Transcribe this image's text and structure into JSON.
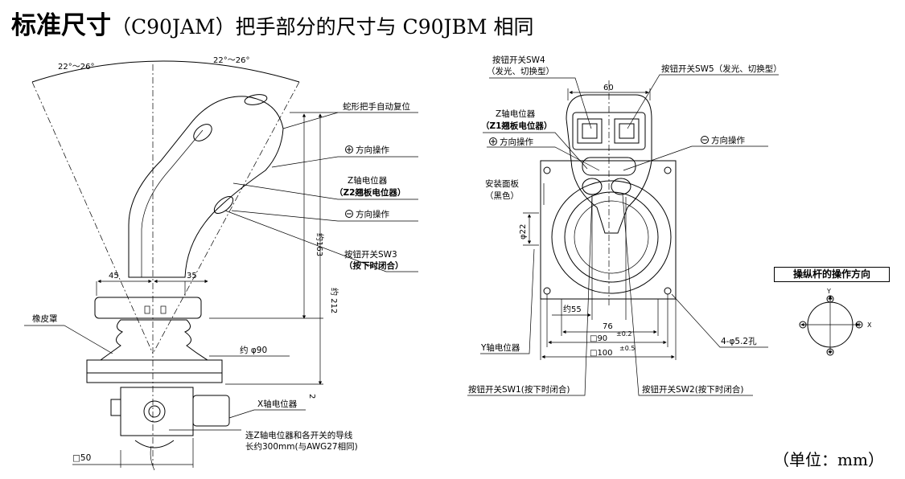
{
  "title": {
    "bold": "标准尺寸",
    "rest": "（C90JAM）把手部分的尺寸与 C90JBM 相同"
  },
  "unit_note": "（单位：mm）",
  "side_view": {
    "angle_left": "22°～26°",
    "angle_right": "22°～26°",
    "snake_return": "蛇形把手自动复位",
    "dir_plus": "方向操作",
    "z_pot_line1": "Z轴电位器",
    "z_pot_line2": "（Z2翘板电位器）",
    "dir_minus": "方向操作",
    "sw3_line1": "按钮开关SW3",
    "sw3_line2": "（按下时闭合）",
    "dim_45": "45",
    "dim_35": "35",
    "dim_163": "约163",
    "dim_212": "约 212",
    "rubber_boot": "橡皮罩",
    "dim_dia90": "约 φ90",
    "x_pot": "X轴电位器",
    "dim_2": "2",
    "wire_line1": "连Z轴电位器和各开关的导线",
    "wire_line2": "长约300mm(与AWG27相同)",
    "sq50": "□50"
  },
  "front_view": {
    "sw4_line1": "按钮开关SW4",
    "sw4_line2": "（发光、切换型）",
    "sw5": "按钮开关SW5（发光、切换型）",
    "dim_60": "60",
    "z_pot_line1": "Z轴电位器",
    "z_pot_line2": "（Z1翘板电位器）",
    "dir_plus": "方向操作",
    "dir_minus": "方向操作",
    "panel_line1": "安装面板",
    "panel_line2": "（黑色）",
    "dim_phi22": "φ22",
    "dim_55": "约55",
    "dim_76": "76",
    "dim_90": "□90",
    "tol_90": "±0.2",
    "dim_100": "□100",
    "tol_100": "±0.5",
    "y_pot": "Y轴电位器",
    "holes": "4-φ5.2孔",
    "sw1": "按钮开关SW1(按下时闭合)",
    "sw2": "按钮开关SW2(按下时闭合)"
  },
  "operation": {
    "title": "操纵杆的操作方向",
    "y_label": "Y",
    "x_label": "X"
  }
}
